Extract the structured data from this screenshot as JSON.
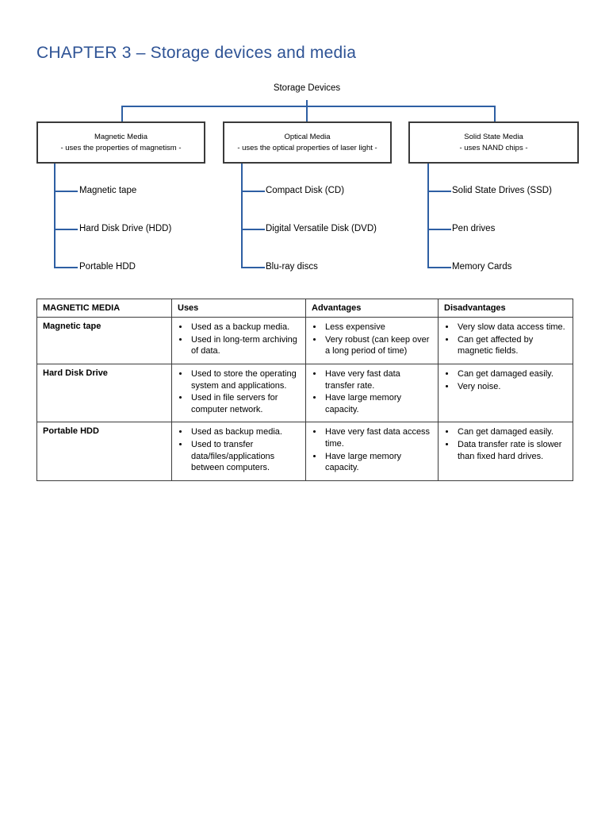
{
  "document": {
    "title": "CHAPTER 3 – Storage devices and media",
    "accent_color": "#2E5395",
    "connector_color": "#2E5FA3",
    "box_border_color": "#3A3A3A",
    "background_color": "#FFFFFF"
  },
  "diagram": {
    "root_label": "Storage Devices",
    "branches": [
      {
        "name": "Magnetic Media",
        "description": "- uses the properties of magnetism -",
        "leaves": [
          "Magnetic tape",
          "Hard Disk Drive (HDD)",
          "Portable HDD"
        ]
      },
      {
        "name": "Optical Media",
        "description": "- uses the optical properties of laser light -",
        "leaves": [
          "Compact Disk (CD)",
          "Digital Versatile Disk (DVD)",
          "Blu-ray discs"
        ]
      },
      {
        "name": "Solid State Media",
        "description": "- uses NAND chips -",
        "leaves": [
          "Solid State Drives (SSD)",
          "Pen drives",
          "Memory Cards"
        ]
      }
    ]
  },
  "table": {
    "headers": [
      "MAGNETIC MEDIA",
      "Uses",
      "Advantages",
      "Disadvantages"
    ],
    "rows": [
      {
        "name": "Magnetic tape",
        "uses": [
          "Used as a backup media.",
          "Used in long-term archiving of data."
        ],
        "advantages": [
          "Less expensive",
          "Very robust (can keep over a long period of time)"
        ],
        "disadvantages": [
          "Very slow data access time.",
          "Can get affected by magnetic fields."
        ]
      },
      {
        "name": "Hard Disk Drive",
        "uses": [
          "Used to store the operating system and applications.",
          "Used in file servers for computer network."
        ],
        "advantages": [
          "Have very fast data transfer rate.",
          "Have large memory capacity."
        ],
        "disadvantages": [
          "Can get damaged easily.",
          "Very noise."
        ]
      },
      {
        "name": "Portable HDD",
        "uses": [
          "Used as backup media.",
          "Used to transfer data/files/applications between computers."
        ],
        "advantages": [
          "Have very fast data access time.",
          "Have large memory capacity."
        ],
        "disadvantages": [
          "Can get damaged easily.",
          "Data transfer rate is slower than fixed hard drives."
        ]
      }
    ]
  }
}
